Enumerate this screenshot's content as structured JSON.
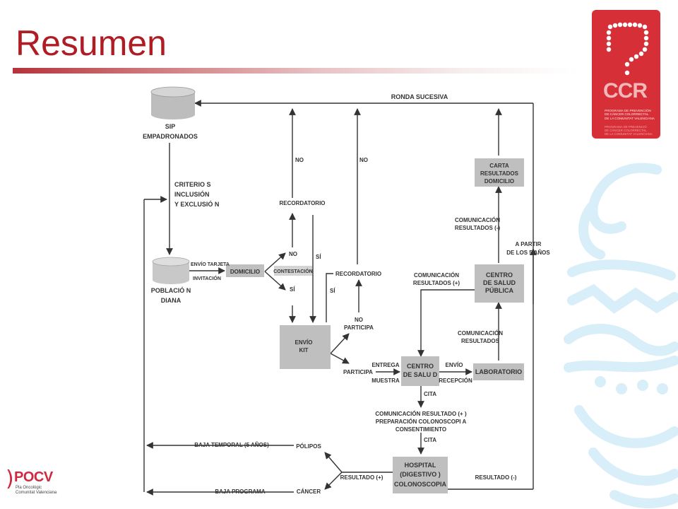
{
  "title": "Resumen",
  "logo_ccr": {
    "acronym": "CCR",
    "line1": "PROGRAMA DE PREVENCIÓN",
    "line2": "DE CÁNCER COLORRECTAL",
    "line3": "DE LA COMUNITAT VALENCIANA",
    "line4": "PROGRAMA DE PREVENCIÓ",
    "line5": "DE CÀNCER COLORRECTAL",
    "line6": "DE LA COMUNITAT VALENCIANA"
  },
  "logo_pocv": {
    "acronym": "POCV",
    "line1": "Pla Oncològic",
    "line2": "Comunitat Valenciana"
  },
  "colors": {
    "title": "#b01c24",
    "logo_red": "#d72f37",
    "box_gray": "#bfbfbf",
    "line": "#333333",
    "deco_blue": "#d8eef8"
  },
  "diagram": {
    "sip_1": "SIP",
    "sip_2": "EMPADRONADOS",
    "ronda": "RONDA SUCESIVA",
    "criterios_1": "CRITERIO S",
    "criterios_2": "INCLUSIÓN",
    "criterios_3": "Y EXCLUSIÓ N",
    "no_1": "NO",
    "no_2": "NO",
    "recordatorio_1": "RECORDATORIO",
    "recordatorio_2": "RECORDATORIO",
    "carta_1": "CARTA",
    "carta_2": "RESULTADOS",
    "carta_3": "DOMICILIO",
    "com_neg_1": "COMUNICACIÓN",
    "com_neg_2": "RESULTADOS (-)",
    "apartir_1": "A PARTIR",
    "apartir_2": "DE LOS 5 AÑOS",
    "envio_tarjeta": "ENVÍO TARJETA",
    "invitacion": "INVITACIÓN",
    "domicilio": "DOMICILIO",
    "contestacion": "CONTESTACIÓN",
    "no_3": "NO",
    "si_1": "SÍ",
    "si_2": "SÍ",
    "si_3": "SÍ",
    "poblacion_1": "POBLACIÓ N",
    "poblacion_2": "DIANA",
    "com_pos_1": "COMUNICACIÓN",
    "com_pos_2": "RESULTADOS (+)",
    "csp_1": "CENTRO",
    "csp_2": "DE SALUD",
    "csp_3": "PÚBLICA",
    "envio_kit_1": "ENVÍO",
    "envio_kit_2": "KIT",
    "no_participa_1": "NO",
    "no_participa_2": "PARTICIPA",
    "com_res_1": "COMUNICACIÓN",
    "com_res_2": "RESULTADOS",
    "participa": "PARTICIPA",
    "entrega": "ENTREGA",
    "muestra": "MUESTRA",
    "cs_1": "CENTRO",
    "cs_2": "DE SALU D",
    "envio": "ENVÍO",
    "recepcion": "RECEPCIÓN",
    "laboratorio": "LABORATORIO",
    "cita_1": "CITA",
    "com_prep_1": "COMUNICACIÓN RESULTADO (+ )",
    "com_prep_2": "PREPARACIÓN COLONOSCOPI A",
    "com_prep_3": "CONSENTIMIENTO",
    "cita_2": "CITA",
    "baja_temporal": "BAJA TEMPORAL (5 AÑOS)",
    "polipos": "PÓLIPOS",
    "hospital_1": "HOSPITAL",
    "hospital_2": "(DIGESTIVO )",
    "hospital_3": "COLONOSCOPIA",
    "resultado_pos": "RESULTADO (+)",
    "resultado_neg": "RESULTADO (-)",
    "baja_programa": "BAJA PROGRAMA",
    "cancer": "CÁNCER"
  }
}
